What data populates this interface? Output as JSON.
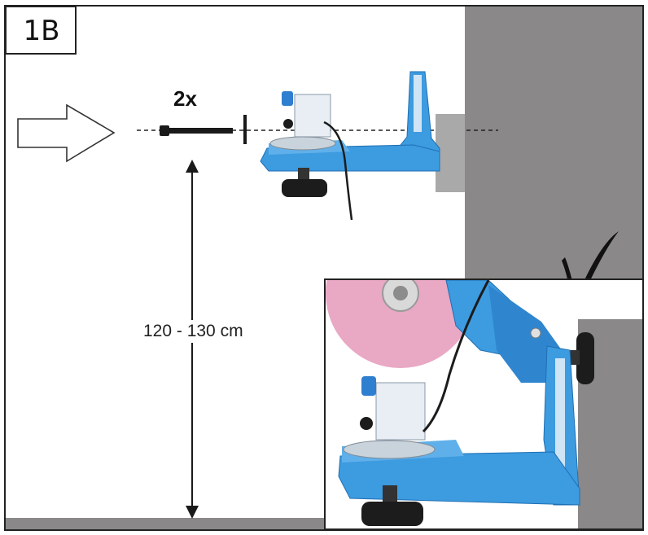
{
  "step": {
    "label": "1B"
  },
  "screws": {
    "count_label": "2x"
  },
  "mounting": {
    "height_label": "120 - 130 cm"
  },
  "colors": {
    "wall": "#8a8888",
    "machine_blue": "#3d9be0",
    "machine_blue_dark": "#1f6fb4",
    "grinding_wheel": "#e9a8c4",
    "knob": "#1c1c1c",
    "floor": "#8a8888"
  },
  "icons": {
    "direction": "arrow-right-outline-icon",
    "confirm": "checkmark-icon",
    "height": "double-arrow-vertical-icon"
  }
}
